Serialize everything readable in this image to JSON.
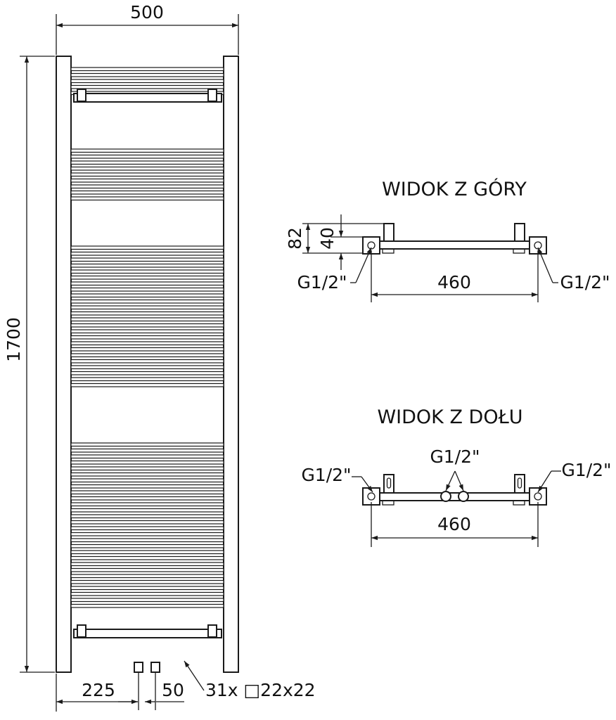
{
  "front_view": {
    "width_label": "500",
    "height_label": "1700",
    "offset_label": "225",
    "spacing_label": "50",
    "tubes_label": "31x □22x22"
  },
  "top_view": {
    "title": "WIDOK Z GÓRY",
    "depth_label": "82",
    "inner_depth_label": "40",
    "span_label": "460",
    "left_connection": "G1/2\"",
    "right_connection": "G1/2\""
  },
  "bottom_view": {
    "title": "WIDOK Z DOŁU",
    "span_label": "460",
    "left_connection": "G1/2\"",
    "center_connection": "G1/2\"",
    "right_connection": "G1/2\""
  },
  "colors": {
    "line": "#1a1a1a",
    "background": "#ffffff"
  }
}
